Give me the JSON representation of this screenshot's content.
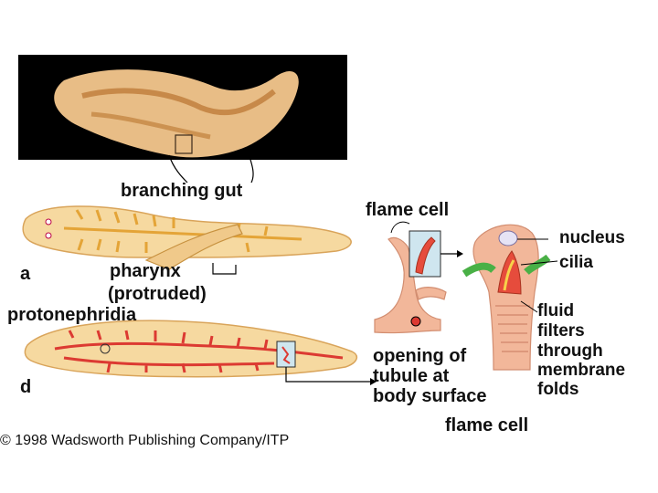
{
  "labels": {
    "branching_gut": "branching gut",
    "flame_cell_top": "flame cell",
    "nucleus": "nucleus",
    "cilia": "cilia",
    "a": "a",
    "pharynx_line1": "pharynx",
    "pharynx_line2": "(protruded)",
    "protonephridia": "protonephridia",
    "fluid_line1": "fluid",
    "fluid_line2": "filters",
    "fluid_line3": "through",
    "fluid_line4": "membrane",
    "fluid_line5": "folds",
    "opening_line1": "opening of",
    "opening_line2": "tubule at",
    "opening_line3": "body surface",
    "d": "d",
    "flame_cell_bottom": "flame cell"
  },
  "copyright": "© 1998 Wadsworth Publishing Company/ITP",
  "colors": {
    "photo_bg": "#000000",
    "worm_body": "#f6d9a0",
    "gut_branches": "#e4a437",
    "protonephridia": "#dc3a32",
    "flame_cell_body": "#f2b79a",
    "cilia_green": "#49b046",
    "inset_box": "#cfe6ef"
  }
}
